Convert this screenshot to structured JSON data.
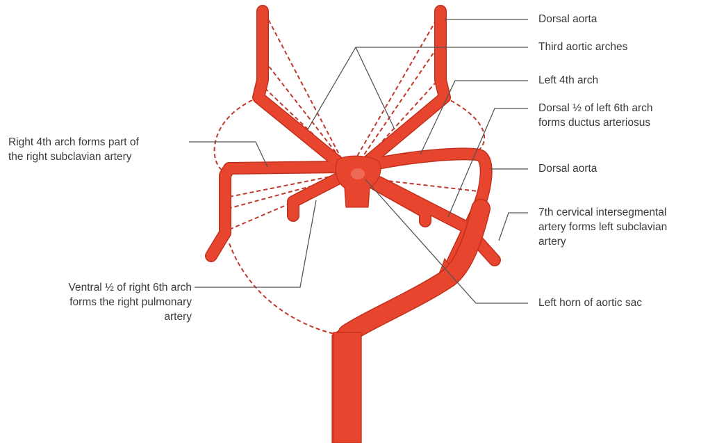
{
  "labels": {
    "dorsal_aorta_top": "Dorsal aorta",
    "third_aortic_arches": "Third aortic arches",
    "left_4th_arch": "Left 4th arch",
    "dorsal_half_left_6th": [
      "Dorsal ½ of left 6th arch",
      "forms ductus arteriosus"
    ],
    "right_4th_arch": [
      "Right 4th arch forms part of",
      "the right subclavian artery"
    ],
    "dorsal_aorta_mid": "Dorsal aorta",
    "seventh_cervical": [
      "7th cervical intersegmental",
      "artery forms left subclavian",
      "artery"
    ],
    "ventral_half_right_6th": [
      "Ventral ½ of right 6th arch",
      "forms the right pulmonary",
      "artery"
    ],
    "left_horn_aortic_sac": "Left horn of aortic sac"
  },
  "colors": {
    "vessel": "#e8452f",
    "vessel_edge": "#c2301e",
    "regressed_dashed": "#c0392b",
    "leader_line": "#555555",
    "text": "#3a3a3a"
  }
}
